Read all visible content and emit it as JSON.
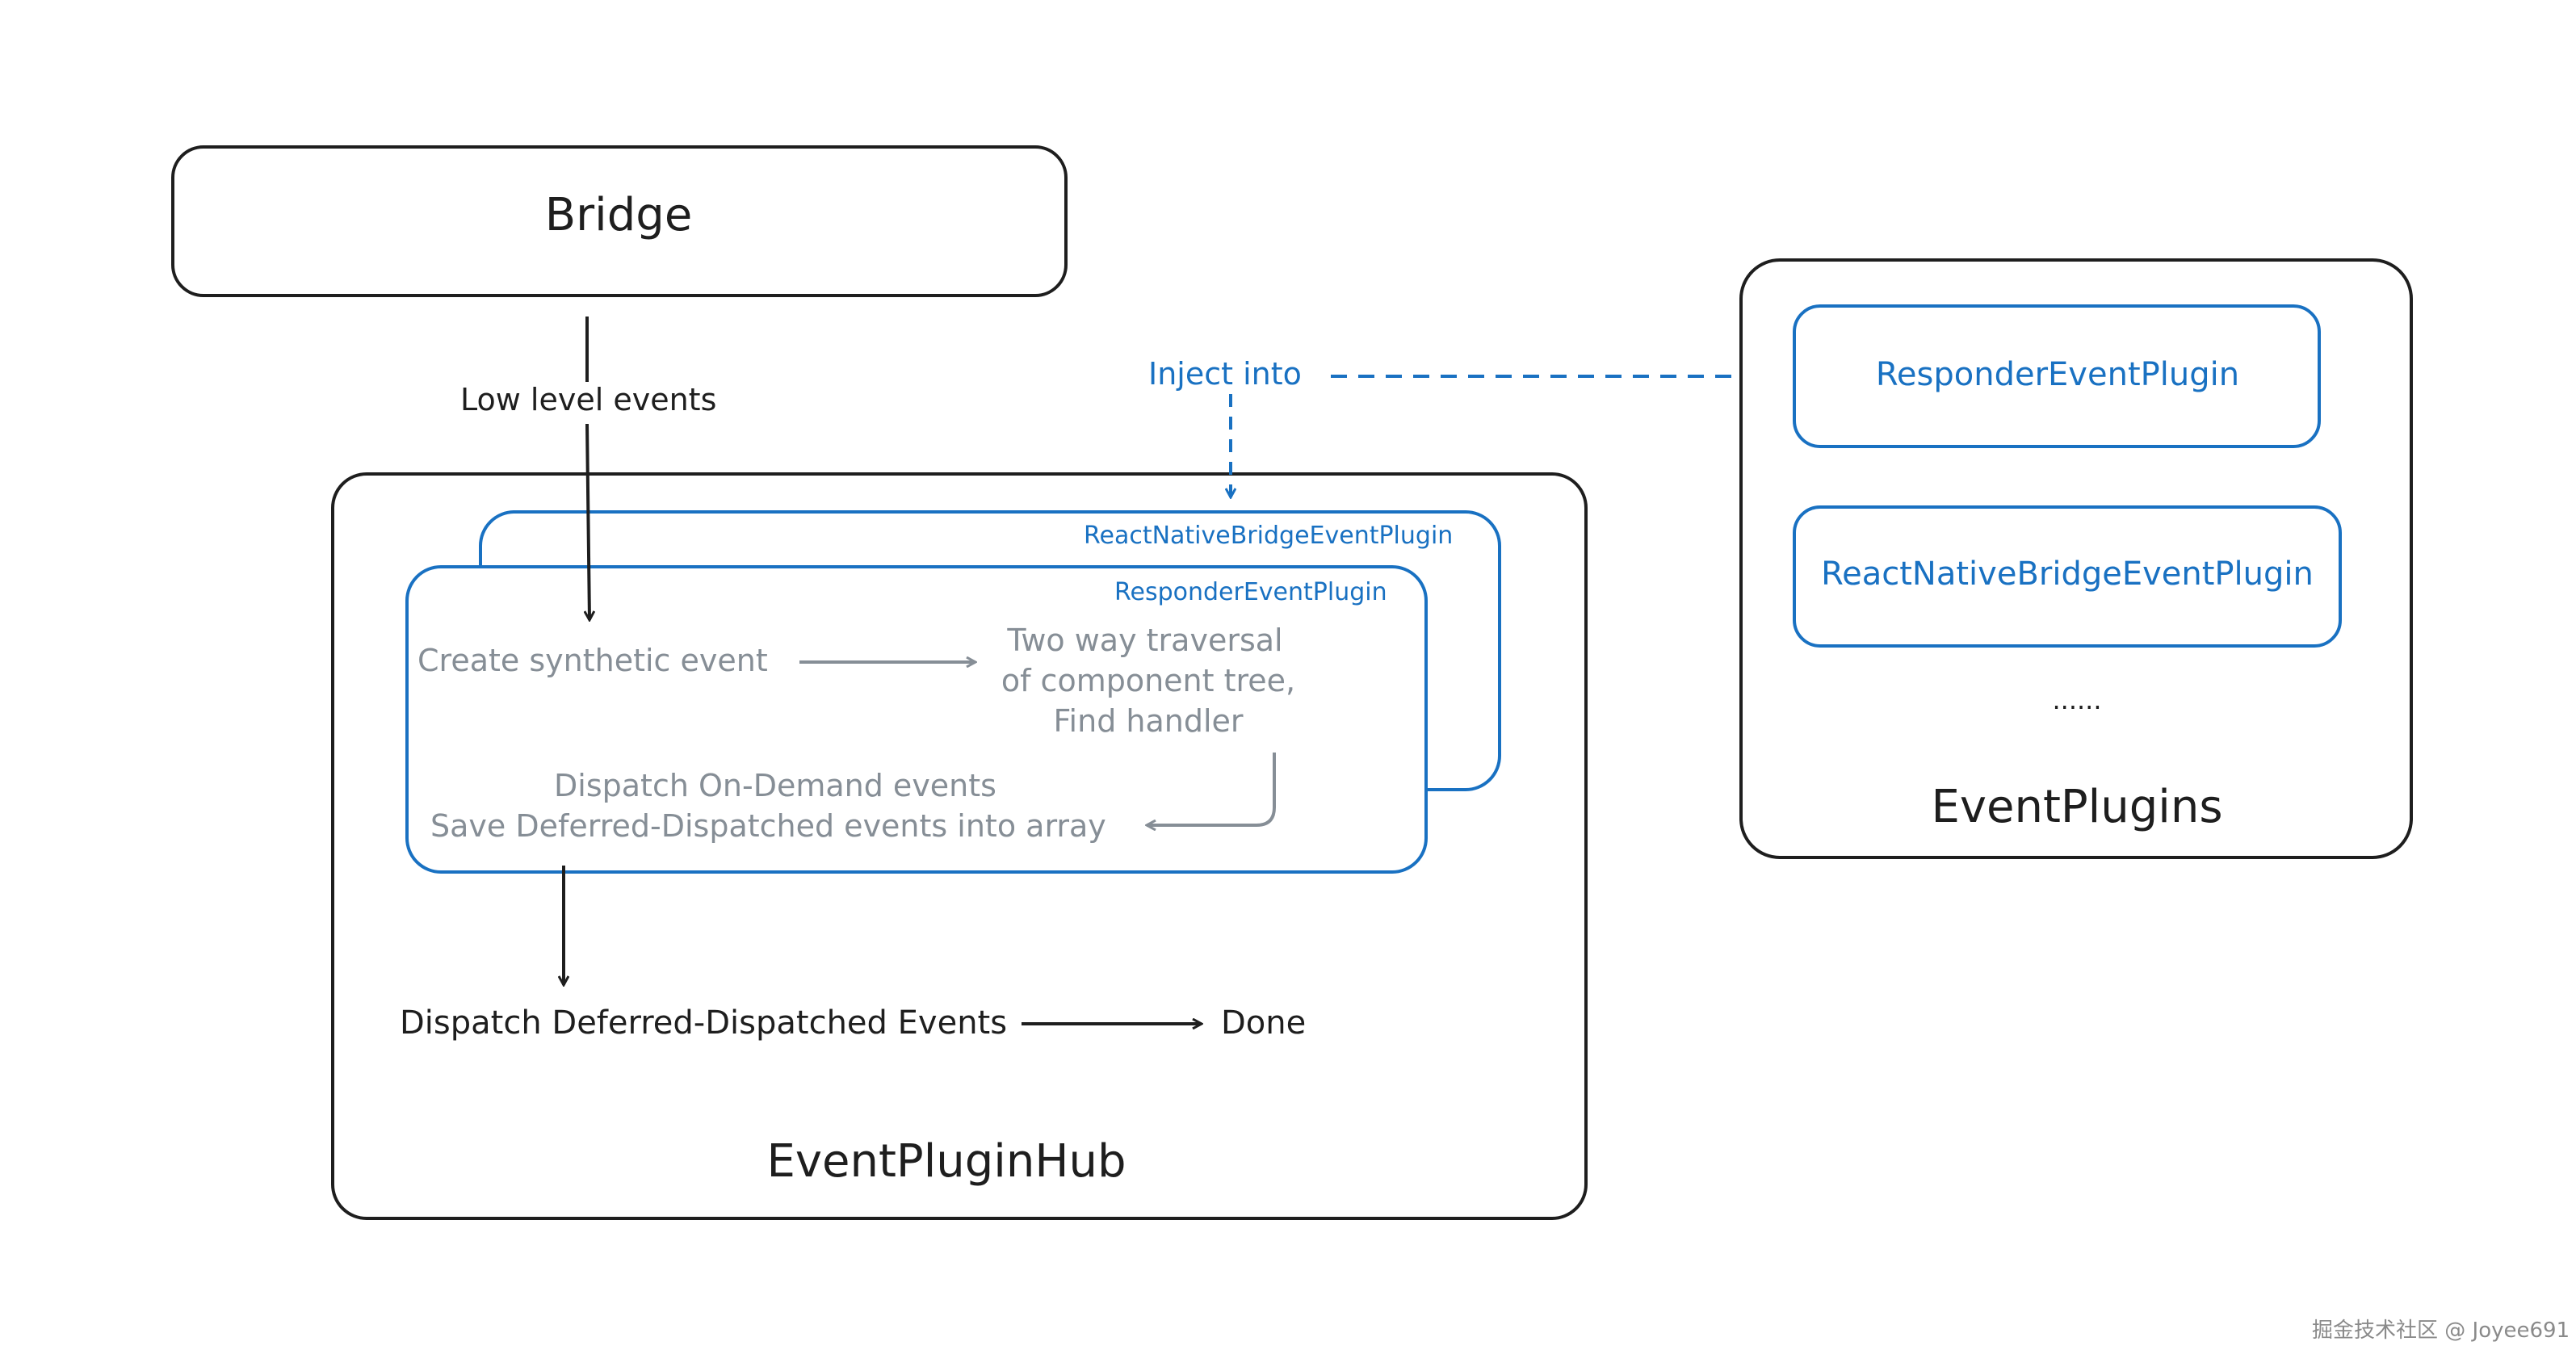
{
  "bridge": {
    "title": "Bridge"
  },
  "edges": {
    "low_level": "Low level events",
    "inject": "Inject into"
  },
  "hub": {
    "title": "EventPluginHub",
    "back_plugin": "ReactNativeBridgeEventPlugin",
    "front_plugin": "ResponderEventPlugin",
    "steps": {
      "create": "Create synthetic event",
      "traversal": [
        "Two way traversal",
        "of component tree,",
        "Find handler"
      ],
      "dispatch": [
        "Dispatch On-Demand events",
        "Save Deferred-Dispatched events into array"
      ]
    },
    "deferred": "Dispatch Deferred-Dispatched Events",
    "done": "Done"
  },
  "plugins": {
    "title": "EventPlugins",
    "items": [
      "ResponderEventPlugin",
      "ReactNativeBridgeEventPlugin"
    ],
    "more": "......"
  },
  "watermark": "掘金技术社区 @ Joyee691",
  "colors": {
    "ink": "#1e1e1e",
    "accent": "#1971c2",
    "muted": "#868e96",
    "background": "#ffffff"
  }
}
